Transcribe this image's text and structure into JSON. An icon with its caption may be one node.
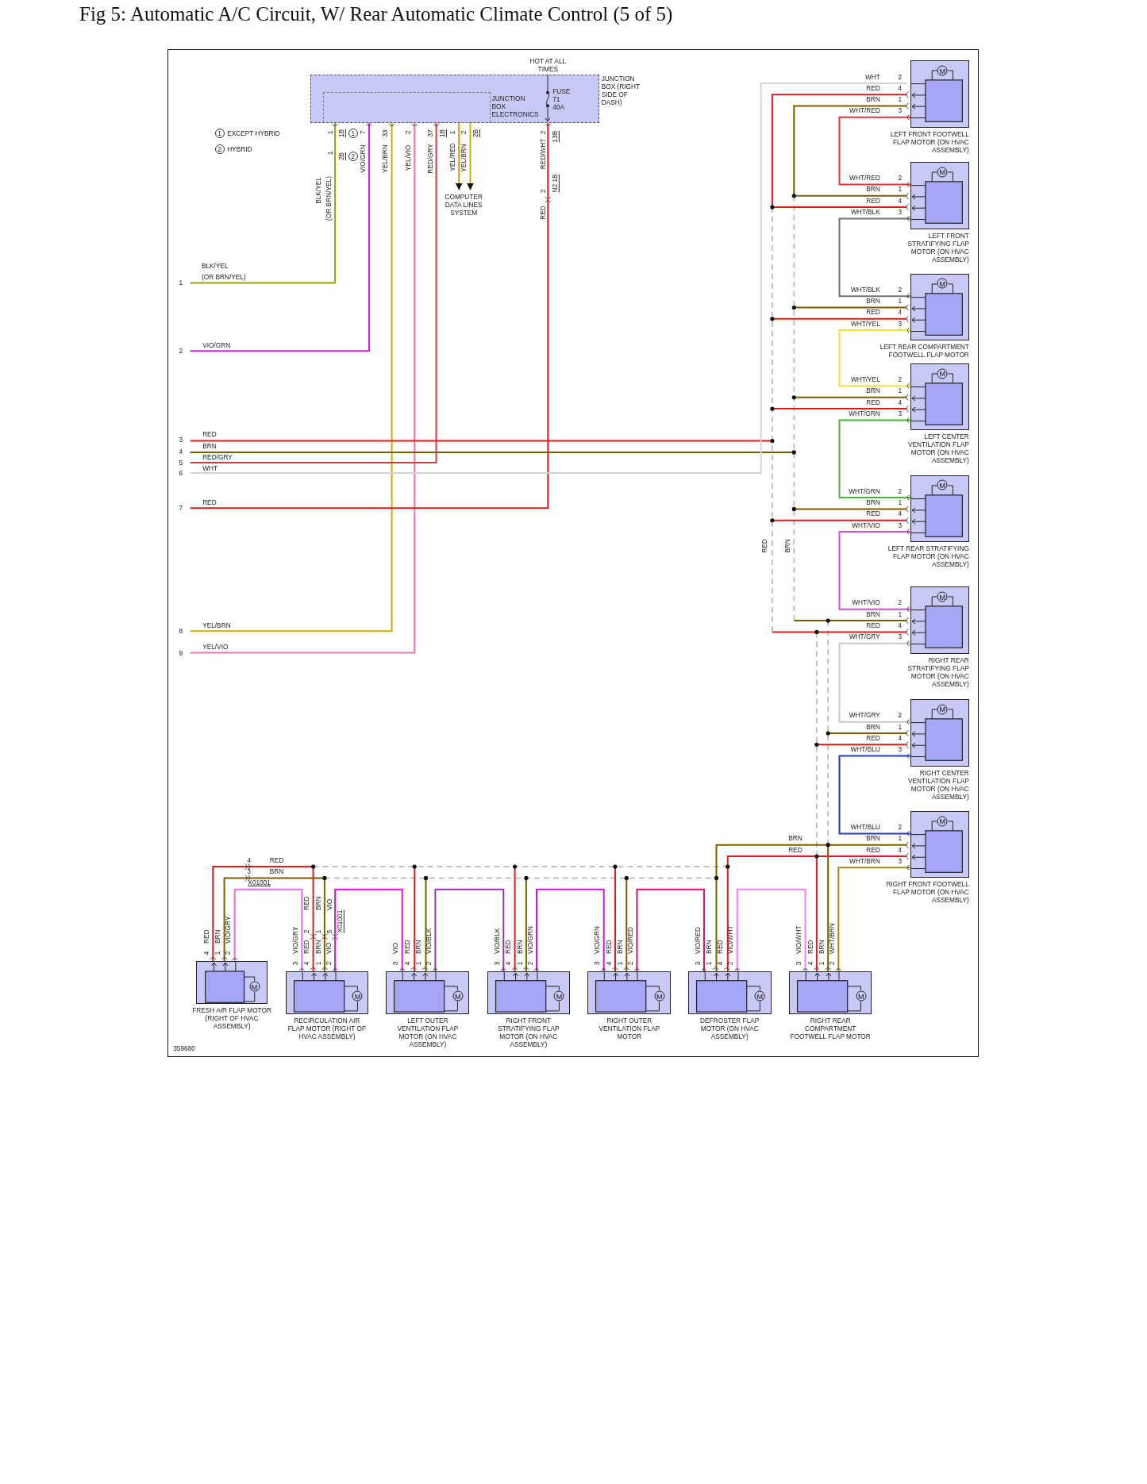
{
  "diagram": {
    "title": "Fig 5: Automatic A/C Circuit, W/ Rear Automatic Climate Control (5 of 5)",
    "nodes": [
      {
        "text": [
          "FUSE 71 40A",
          "JUNCTION BOX (RIGHT SIDE OF DASH)"
        ],
        "beside": [
          "HOT AT ALL TIMES"
        ]
      },
      {
        "text": [
          "JUNCTION BOX ELECTRONICS"
        ],
        "in": 0
      },
      {
        "text": [
          "COMPUTER DATA LINES SYSTEM"
        ]
      },
      {
        "text": [
          "M",
          "LEFT FRONT FOOTWELL FLAP MOTOR (ON HVAC ASSEMBLY)"
        ]
      },
      {
        "text": [
          "M",
          "LEFT FRONT STRATIFYING FLAP MOTOR (ON HVAC ASSEMBLY)"
        ]
      },
      {
        "text": [
          "M",
          "LEFT REAR COMPARTMENT FOOTWELL FLAP MOTOR"
        ]
      },
      {
        "text": [
          "M",
          "LEFT CENTER VENTILATION FLAP MOTOR (ON HVAC ASSEMBLY)"
        ]
      },
      {
        "text": [
          "M",
          "LEFT REAR STRATIFYING FLAP MOTOR (ON HVAC ASSEMBLY)"
        ]
      },
      {
        "text": [
          "M",
          "RIGHT REAR STRATIFYING FLAP MOTOR (ON HVAC ASSEMBLY)"
        ]
      },
      {
        "text": [
          "M",
          "RIGHT CENTER VENTILATION FLAP MOTOR (ON HVAC ASSEMBLY)"
        ]
      },
      {
        "text": [
          "M",
          "RIGHT FRONT FOOTWELL FLAP MOTOR (ON HVAC ASSEMBLY)"
        ]
      },
      {
        "text": [
          "M",
          "FRESH AIR FLAP MOTOR (RIGHT OF HVAC ASSEMBLY)"
        ]
      },
      {
        "text": [
          "M",
          "RECIRCULATION AIR FLAP MOTOR (RIGHT OF HVAC ASSEMBLY)"
        ]
      },
      {
        "text": [
          "M",
          "LEFT OUTER VENTILATION FLAP MOTOR (ON HVAC ASSEMBLY)"
        ]
      },
      {
        "text": [
          "M",
          "RIGHT FRONT STRATIFYING FLAP MOTOR (ON HVAC ASSEMBLY)"
        ]
      },
      {
        "text": [
          "M",
          "RIGHT OUTER VENTILATION FLAP MOTOR"
        ]
      },
      {
        "text": [
          "M",
          "DEFROSTER FLAP MOTOR (ON HVAC ASSEMBLY)"
        ]
      },
      {
        "text": [
          "M",
          "RIGHT REAR COMPARTMENT FOOTWELL FLAP MOTOR"
        ]
      }
    ],
    "edges": [
      {
        "from": 0,
        "to": 2,
        "arrow": "to",
        "color": "#e89a00"
      },
      {
        "from": 0,
        "to": 2,
        "arrow": "to",
        "color": "#c8b400"
      },
      {
        "from": 3,
        "to": 4,
        "arrow": "other",
        "color": "#e03838"
      },
      {
        "from": 4,
        "to": 5,
        "arrow": "other",
        "color": "#707070"
      },
      {
        "from": 5,
        "to": 6,
        "arrow": "other",
        "color": "#f0e040"
      },
      {
        "from": 6,
        "to": 7,
        "arrow": "other",
        "color": "#50b040"
      },
      {
        "from": 7,
        "to": 8,
        "arrow": "other",
        "color": "#d050d0"
      },
      {
        "from": 8,
        "to": 9,
        "arrow": "other",
        "color": "#c8c8c8"
      },
      {
        "from": 9,
        "to": 10,
        "arrow": "other",
        "color": "#2838b0"
      },
      {
        "from": 10,
        "to": 17,
        "arrow": "other",
        "color": "#a08820"
      },
      {
        "from": 11,
        "to": 12,
        "arrow": "other",
        "color": "#e070e8"
      },
      {
        "from": 12,
        "to": 13,
        "arrow": "other",
        "color": "#e010e0"
      },
      {
        "from": 13,
        "to": 14,
        "arrow": "other",
        "color": "#9838a8"
      },
      {
        "from": 14,
        "to": 15,
        "arrow": "other",
        "color": "#c020d0"
      },
      {
        "from": 15,
        "to": 16,
        "arrow": "other",
        "color": "#e0106a"
      },
      {
        "from": 16,
        "to": 17,
        "arrow": "other",
        "color": "#f080f0"
      }
    ],
    "labels": [
      "1",
      "EXCEPT HYBRID",
      "2",
      "HYBRID",
      "1",
      "1B",
      "1",
      "7",
      "33",
      "2",
      "37",
      "1B",
      "1",
      "2",
      "2B",
      "2",
      "13B",
      "1",
      "2B",
      "2",
      "VIO/GRN",
      "YEL/BRN",
      "YEL/VIO",
      "RED/GRY",
      "YEL/RED",
      "YEL/BRN",
      "RED/WHT",
      "N2 1B",
      "2",
      "RED",
      "BLK/YEL",
      "(OR BRN/YEL)",
      "BLK/YEL",
      "(OR BRN/YEL)",
      "1",
      "VIO/GRN",
      "2",
      "RED",
      "3",
      "BRN",
      "4",
      "RED/GRY",
      "5",
      "WHT",
      "6",
      "RED",
      "7",
      "YEL/BRN",
      "8",
      "YEL/VIO",
      "9",
      "WHT",
      "2",
      "RED",
      "4",
      "BRN",
      "1",
      "WHT/RED",
      "3",
      "WHT/RED",
      "2",
      "BRN",
      "1",
      "RED",
      "4",
      "WHT/BLK",
      "3",
      "WHT/BLK",
      "2",
      "BRN",
      "1",
      "RED",
      "4",
      "WHT/YEL",
      "3",
      "WHT/YEL",
      "2",
      "BRN",
      "1",
      "RED",
      "4",
      "WHT/GRN",
      "3",
      "WHT/GRN",
      "2",
      "BRN",
      "1",
      "RED",
      "4",
      "WHT/VIO",
      "3",
      "WHT/VIO",
      "2",
      "BRN",
      "1",
      "RED",
      "4",
      "WHT/GRY",
      "3",
      "WHT/GRY",
      "2",
      "BRN",
      "1",
      "RED",
      "4",
      "WHT/BLU",
      "3",
      "WHT/BLU",
      "2",
      "BRN",
      "1",
      "RED",
      "4",
      "WHT/BRN",
      "3",
      "RED",
      "BRN",
      "4",
      "RED",
      "3",
      "BRN",
      "X01001",
      "BRN",
      "RED",
      "RED",
      "4",
      "BRN",
      "1",
      "VIO/GRY",
      "2",
      "RED",
      "2",
      "BRN",
      "1",
      "VIO",
      "5",
      "X01001",
      "VIO/GRY",
      "3",
      "RED",
      "4",
      "BRN",
      "1",
      "VIO",
      "2",
      "VIO",
      "3",
      "RED",
      "4",
      "BRN",
      "1",
      "VIO/BLK",
      "2",
      "VIO/BLK",
      "3",
      "RED",
      "4",
      "BRN",
      "1",
      "VIO/GRN",
      "2",
      "VIO/GRN",
      "3",
      "RED",
      "4",
      "BRN",
      "1",
      "VIO/RED",
      "2",
      "VIO/RED",
      "3",
      "BRN",
      "1",
      "RED",
      "4",
      "VIO/WHT",
      "2",
      "VIO/WHT",
      "3",
      "RED",
      "4",
      "BRN",
      "1",
      "WHT/BRN",
      "2",
      "359680"
    ]
  }
}
